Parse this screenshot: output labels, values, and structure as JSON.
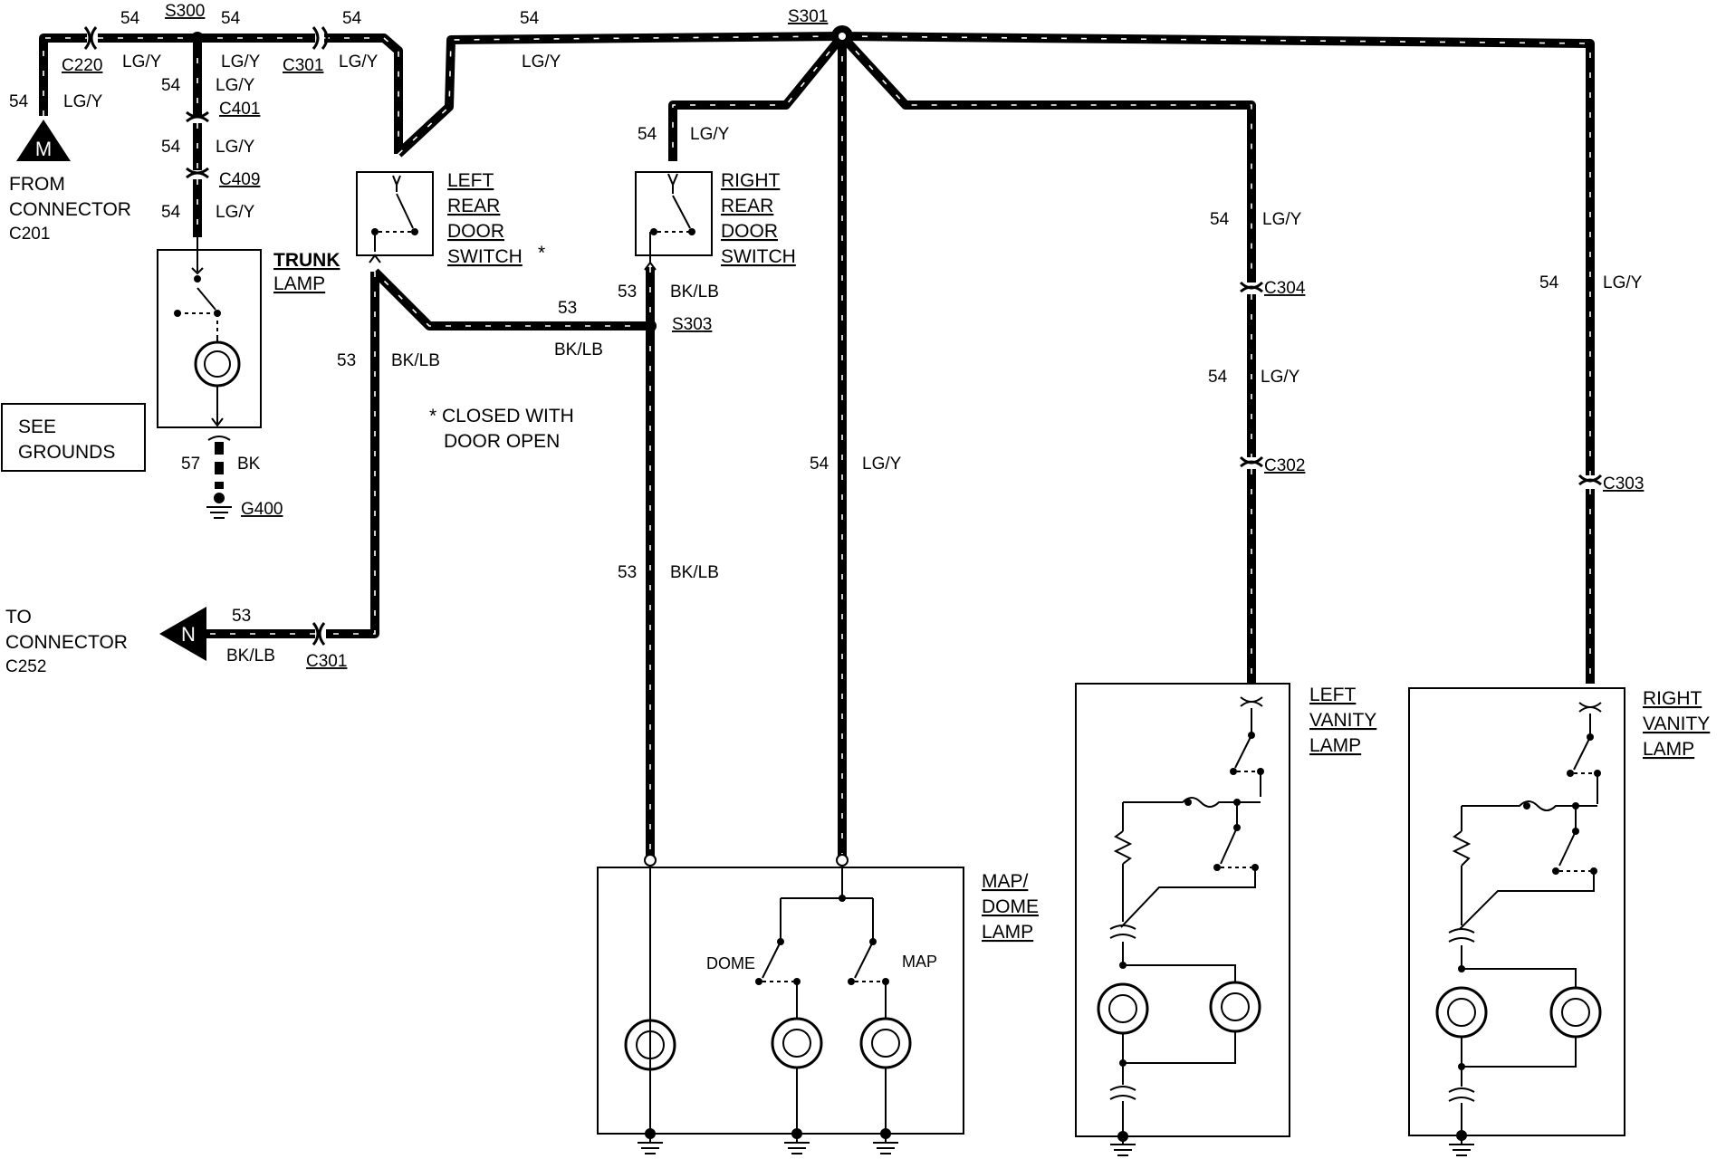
{
  "wires": {
    "top_left_num": "54",
    "top_left_color": "LG/Y",
    "c220_side_num": "54",
    "c220_color": "LG/Y",
    "s300_left_num": "54",
    "s300_right_num": "54",
    "s300_right_color": "LG/Y",
    "c301_top_color": "LG/Y",
    "c301_right_num": "54",
    "top_mid_num": "54",
    "top_mid_color": "LG/Y",
    "trunk_upper_num": "54",
    "trunk_upper_color": "LG/Y",
    "trunk_mid_num": "54",
    "trunk_mid_color": "LG/Y",
    "trunk_lower_num": "54",
    "trunk_lower_color": "LG/Y",
    "right_switch_in_num": "54",
    "right_switch_in_color": "LG/Y",
    "right_switch_out_num": "53",
    "right_switch_out_color": "BK/LB",
    "s303_left_num": "53",
    "s303_left_color": "BK/LB",
    "left_switch_down_num": "53",
    "left_switch_down_color": "BK/LB",
    "map_bk_num": "53",
    "map_bk_color": "BK/LB",
    "map_lg_num": "54",
    "map_lg_color": "LG/Y",
    "lv_upper_num": "54",
    "lv_upper_color": "LG/Y",
    "lv_lower_num": "54",
    "lv_lower_color": "LG/Y",
    "rv_num": "54",
    "rv_color": "LG/Y",
    "ground_num": "57",
    "ground_color": "BK",
    "n_num": "53",
    "n_color": "BK/LB"
  },
  "connectors": {
    "c220": "C220",
    "s300": "S300",
    "c301_top": "C301",
    "s301": "S301",
    "c401": "C401",
    "c409": "C409",
    "s303": "S303",
    "c304": "C304",
    "c302": "C302",
    "c303": "C303",
    "c301_bottom": "C301",
    "g400": "G400"
  },
  "components": {
    "m_letter": "M",
    "from_l1": "FROM",
    "from_l2": "CONNECTOR",
    "from_l3": "C201",
    "trunk_l1": "TRUNK",
    "trunk_l2": "LAMP",
    "lrds_l1": "LEFT",
    "lrds_l2": "REAR",
    "lrds_l3": "DOOR",
    "lrds_l4": "SWITCH",
    "lrds_star": "*",
    "rrds_l1": "RIGHT",
    "rrds_l2": "REAR",
    "rrds_l3": "DOOR",
    "rrds_l4": "SWITCH",
    "note_l1": "* CLOSED WITH",
    "note_l2": "DOOR OPEN",
    "grounds_l1": "SEE",
    "grounds_l2": "GROUNDS",
    "n_letter": "N",
    "to_l1": "TO",
    "to_l2": "CONNECTOR",
    "to_l3": "C252",
    "map_l1": "MAP/",
    "map_l2": "DOME",
    "map_l3": "LAMP",
    "dome_sw": "DOME",
    "map_sw": "MAP",
    "lv_l1": "LEFT",
    "lv_l2": "VANITY",
    "lv_l3": "LAMP",
    "rv_l1": "RIGHT",
    "rv_l2": "VANITY",
    "rv_l3": "LAMP"
  }
}
